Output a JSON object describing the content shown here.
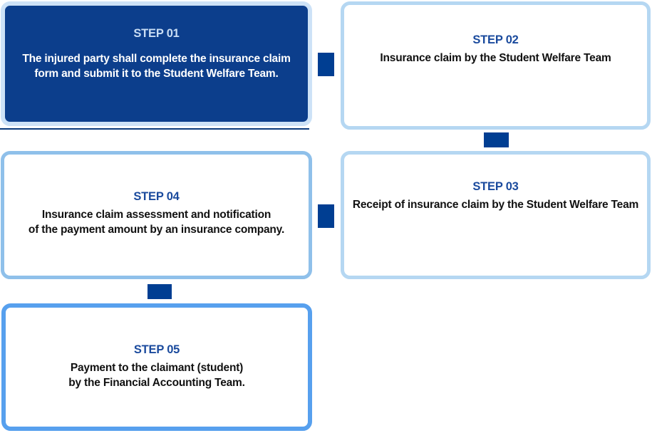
{
  "colors": {
    "step1_fill": "#0c3e8c",
    "step1_border": "#cde2f7",
    "step1_title": "#c9ddf4",
    "step1_text": "#ffffff",
    "step23_border": "#b5d7f2",
    "step4_border": "#8fc0ea",
    "step5_border": "#57a0ee",
    "connector": "#003e92",
    "title_blue": "#1a4a9d",
    "body_text": "#111111",
    "underline": "#0a3a7c"
  },
  "steps": [
    {
      "title": "STEP 01",
      "lines": [
        "The injured party shall complete the insurance claim",
        "form and submit it to the Student Welfare Team."
      ]
    },
    {
      "title": "STEP 02",
      "lines": [
        "Insurance claim by the Student Welfare Team"
      ]
    },
    {
      "title": "STEP 03",
      "lines": [
        "Receipt of insurance claim by the Student Welfare Team"
      ]
    },
    {
      "title": "STEP 04",
      "lines": [
        "Insurance claim assessment and notification",
        "of the payment amount by an insurance company."
      ]
    },
    {
      "title": "STEP 05",
      "lines": [
        "Payment to the claimant (student)",
        "by the Financial Accounting Team."
      ]
    }
  ]
}
